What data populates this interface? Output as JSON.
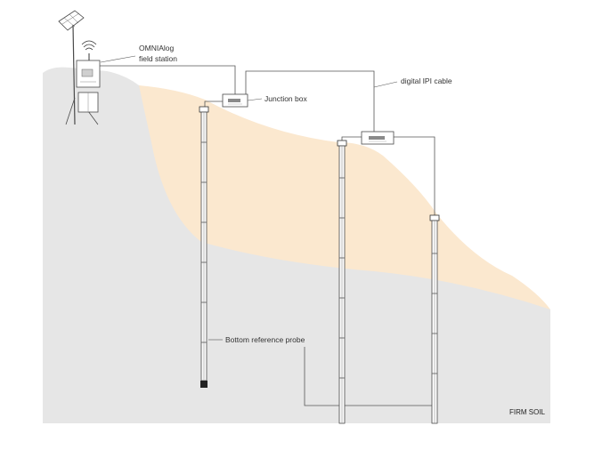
{
  "labels": {
    "station_line1": "OMNIAlog",
    "station_line2": "field station",
    "junction_box": "Junction box",
    "digital_cable": "digital IPI cable",
    "bottom_probe": "Bottom reference probe",
    "firm_soil": "FIRM SOIL"
  },
  "colors": {
    "ground": "#e6e6e6",
    "unstable_layer": "#fbe8cf",
    "lines": "#555555"
  },
  "icons": {
    "station": "solar-powered-datalogger-icon",
    "junction": "junction-box-icon"
  }
}
